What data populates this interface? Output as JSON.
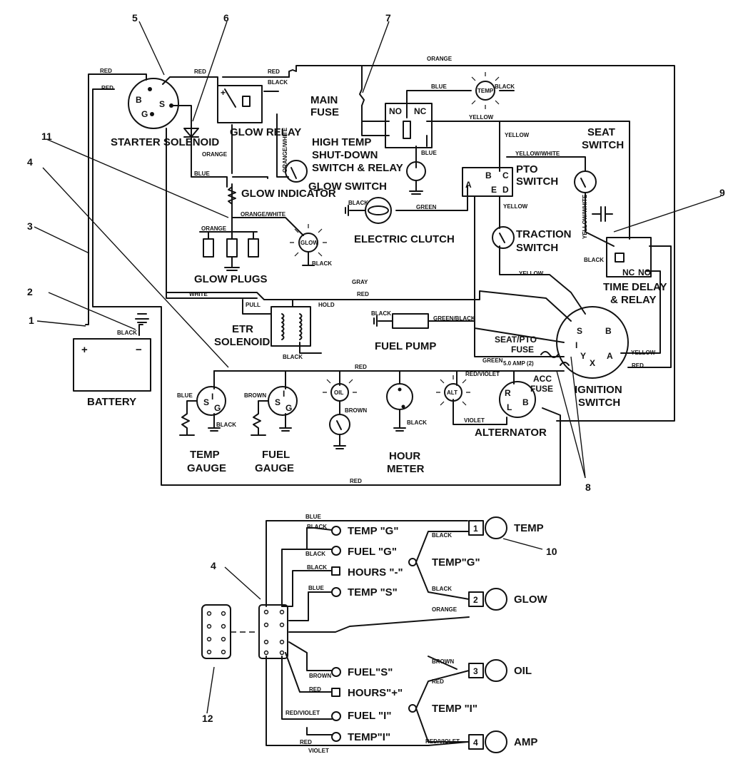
{
  "components": {
    "starter_solenoid": "STARTER SOLENOID",
    "glow_relay": "GLOW RELAY",
    "main_fuse": "MAIN FUSE",
    "high_temp": "HIGH TEMP SHUT-DOWN SWITCH & RELAY",
    "seat_switch": "SEAT SWITCH",
    "pto_switch": "PTO SWITCH",
    "glow_switch": "GLOW SWITCH",
    "glow_indicator": "GLOW INDICATOR",
    "electric_clutch": "ELECTRIC CLUTCH",
    "traction_switch": "TRACTION SWITCH",
    "glow_plugs": "GLOW PLUGS",
    "time_delay": "TIME DELAY & RELAY",
    "etr_solenoid": "ETR SOLENOID",
    "fuel_pump": "FUEL PUMP",
    "seat_pto_fuse": "SEAT/PTO FUSE",
    "fuse_rating": "5.0 AMP (2)",
    "acc_fuse": "ACC FUSE",
    "ignition_switch": "IGNITION SWITCH",
    "battery": "BATTERY",
    "temp_gauge": "TEMP GAUGE",
    "fuel_gauge": "FUEL GAUGE",
    "hour_meter": "HOUR METER",
    "alternator": "ALTERNATOR"
  },
  "wires": {
    "red": "RED",
    "black": "BLACK",
    "blue": "BLUE",
    "orange": "ORANGE",
    "orange_white": "ORANGE/WHITE",
    "yellow": "YELLOW",
    "yellow_white": "YELLOW/WHITE",
    "white": "WHITE",
    "gray": "GRAY",
    "green": "GREEN",
    "green_black": "GREEN/BLACK",
    "brown": "BROWN",
    "red_violet": "RED/VIOLET",
    "violet": "VIOLET",
    "pull": "PULL",
    "hold": "HOLD"
  },
  "indicators": {
    "temp": "TEMP",
    "glow": "GLOW",
    "oil": "OIL",
    "alt": "ALT"
  },
  "callouts": [
    "1",
    "2",
    "3",
    "4",
    "5",
    "6",
    "7",
    "8",
    "9",
    "11",
    "10",
    "12"
  ],
  "harness": {
    "left_items": [
      "TEMP \"G\"",
      "FUEL \"G\"",
      "HOURS \"-\"",
      "TEMP \"S\"",
      "FUEL\"S\"",
      "HOURS\"+\"",
      "FUEL \"I\"",
      "TEMP\"I\""
    ],
    "junction_top": "TEMP\"G\"",
    "junction_bottom": "TEMP \"I\"",
    "connectors": [
      {
        "num": "1",
        "label": "TEMP"
      },
      {
        "num": "2",
        "label": "GLOW"
      },
      {
        "num": "3",
        "label": "OIL"
      },
      {
        "num": "4",
        "label": "AMP"
      }
    ]
  }
}
